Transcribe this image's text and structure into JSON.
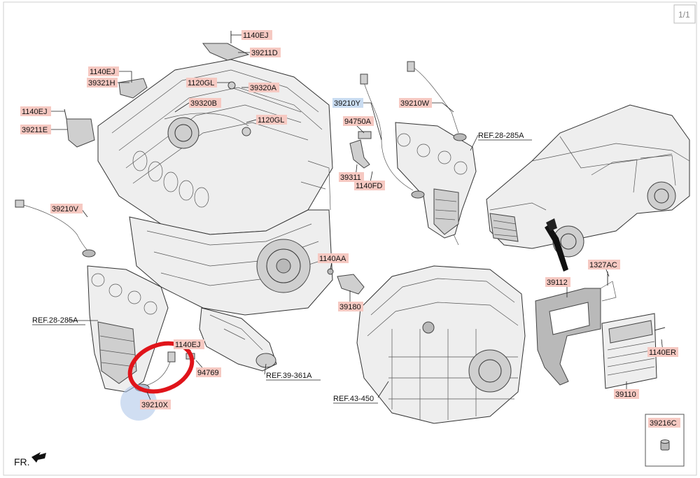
{
  "page_indicator": "1/1",
  "orientation_label": "FR.",
  "part_labels": {
    "l_1140EJ_top": "1140EJ",
    "l_39211D": "39211D",
    "l_1140EJ_left1": "1140EJ",
    "l_39321H": "39321H",
    "l_1120GL_a": "1120GL",
    "l_39320A": "39320A",
    "l_39320B": "39320B",
    "l_1140EJ_left2": "1140EJ",
    "l_39211E": "39211E",
    "l_1120GL_b": "1120GL",
    "l_39210Y": "39210Y",
    "l_39210W": "39210W",
    "l_94750A": "94750A",
    "l_39311": "39311",
    "l_1140FD": "1140FD",
    "l_39210V": "39210V",
    "l_1140AA": "1140AA",
    "l_39180": "39180",
    "l_1327AC": "1327AC",
    "l_39112": "39112",
    "l_1140EJ_mid": "1140EJ",
    "l_94769": "94769",
    "l_39210X": "39210X",
    "l_1140ER": "1140ER",
    "l_39110": "39110",
    "l_39216C": "39216C"
  },
  "references": {
    "ref_28_285A_right": "REF.28-285A",
    "ref_28_285A_left": "REF.28-285A",
    "ref_39_361A": "REF.39-361A",
    "ref_43_450": "REF.43-450"
  },
  "colors": {
    "label_highlight": "#f6c9c2",
    "selected_label_highlight": "#c9dcf1",
    "selection_ring": "#e0141a"
  },
  "selected_part": "39210Y"
}
